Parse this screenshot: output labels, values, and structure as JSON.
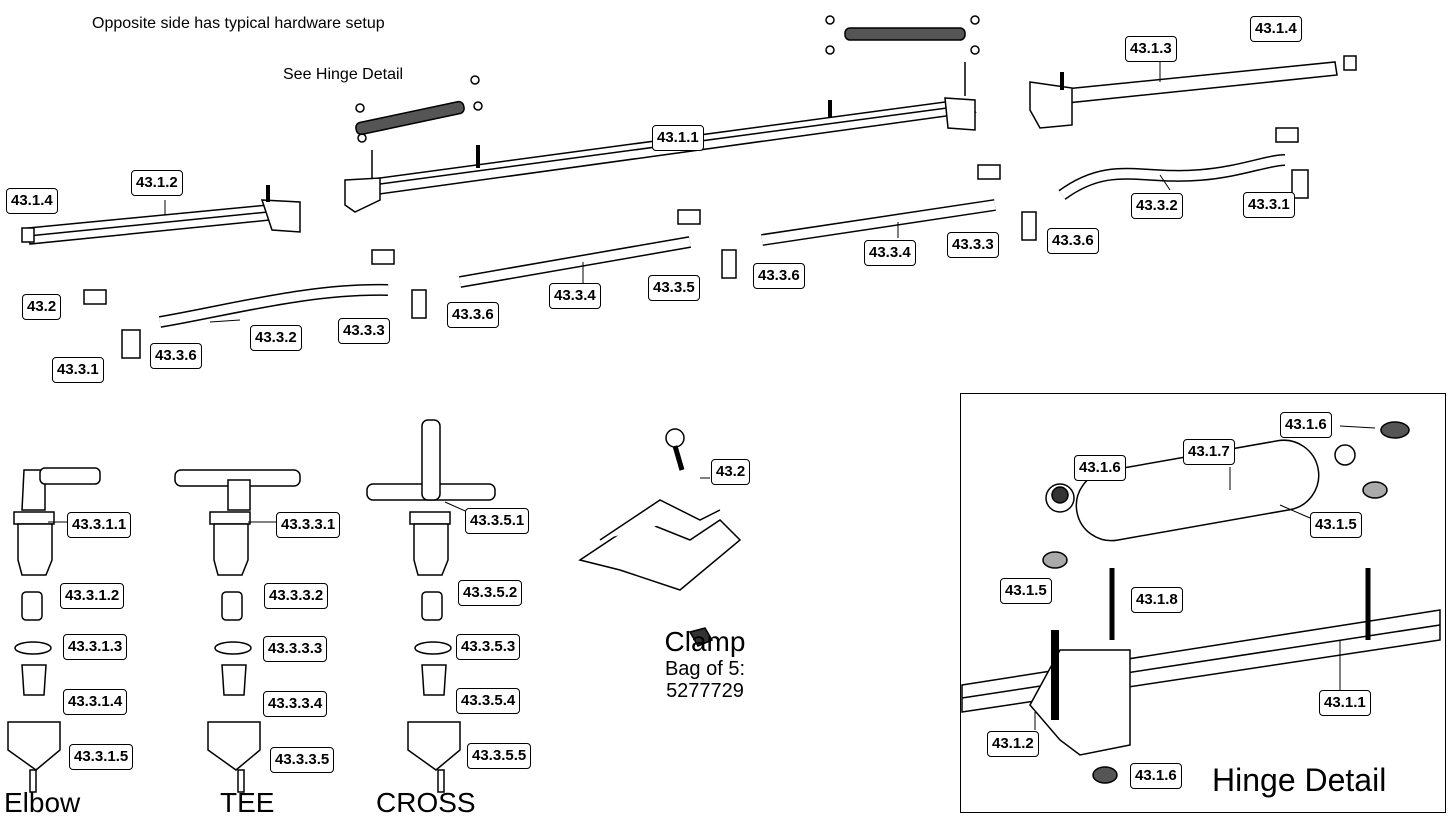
{
  "notes": {
    "opposite_side": "Opposite side has typical hardware setup",
    "see_hinge": "See Hinge Detail"
  },
  "callouts": {
    "c_4311": "43.1.1",
    "c_4312_left": "43.1.2",
    "c_4313": "43.1.3",
    "c_4314_left": "43.1.4",
    "c_4314_right": "43.1.4",
    "c_432_top": "43.2",
    "c_4331_left": "43.3.1",
    "c_4331_right": "43.3.1",
    "c_4332_left": "43.3.2",
    "c_4332_right": "43.3.2",
    "c_4333_left": "43.3.3",
    "c_4333_right": "43.3.3",
    "c_4334_left": "43.3.4",
    "c_4334_right": "43.3.4",
    "c_4335": "43.3.5",
    "c_4336_a": "43.3.6",
    "c_4336_b": "43.3.6",
    "c_4336_c": "43.3.6",
    "c_4336_d": "43.3.6"
  },
  "elbow": {
    "title": "Elbow",
    "parts": [
      "43.3.1.1",
      "43.3.1.2",
      "43.3.1.3",
      "43.3.1.4",
      "43.3.1.5"
    ]
  },
  "tee": {
    "title": "TEE",
    "parts": [
      "43.3.3.1",
      "43.3.3.2",
      "43.3.3.3",
      "43.3.3.4",
      "43.3.3.5"
    ]
  },
  "cross": {
    "title": "CROSS",
    "parts": [
      "43.3.5.1",
      "43.3.5.2",
      "43.3.5.3",
      "43.3.5.4",
      "43.3.5.5"
    ]
  },
  "clamp": {
    "callout": "43.2",
    "title": "Clamp",
    "line2": "Bag of 5:",
    "line3": "5277729"
  },
  "hinge": {
    "title": "Hinge Detail",
    "c_4316_top": "43.1.6",
    "c_4316_left": "43.1.6",
    "c_4316_bottom": "43.1.6",
    "c_4317": "43.1.7",
    "c_4315_right": "43.1.5",
    "c_4315_left": "43.1.5",
    "c_4318": "43.1.8",
    "c_4311": "43.1.1",
    "c_4312": "43.1.2"
  }
}
